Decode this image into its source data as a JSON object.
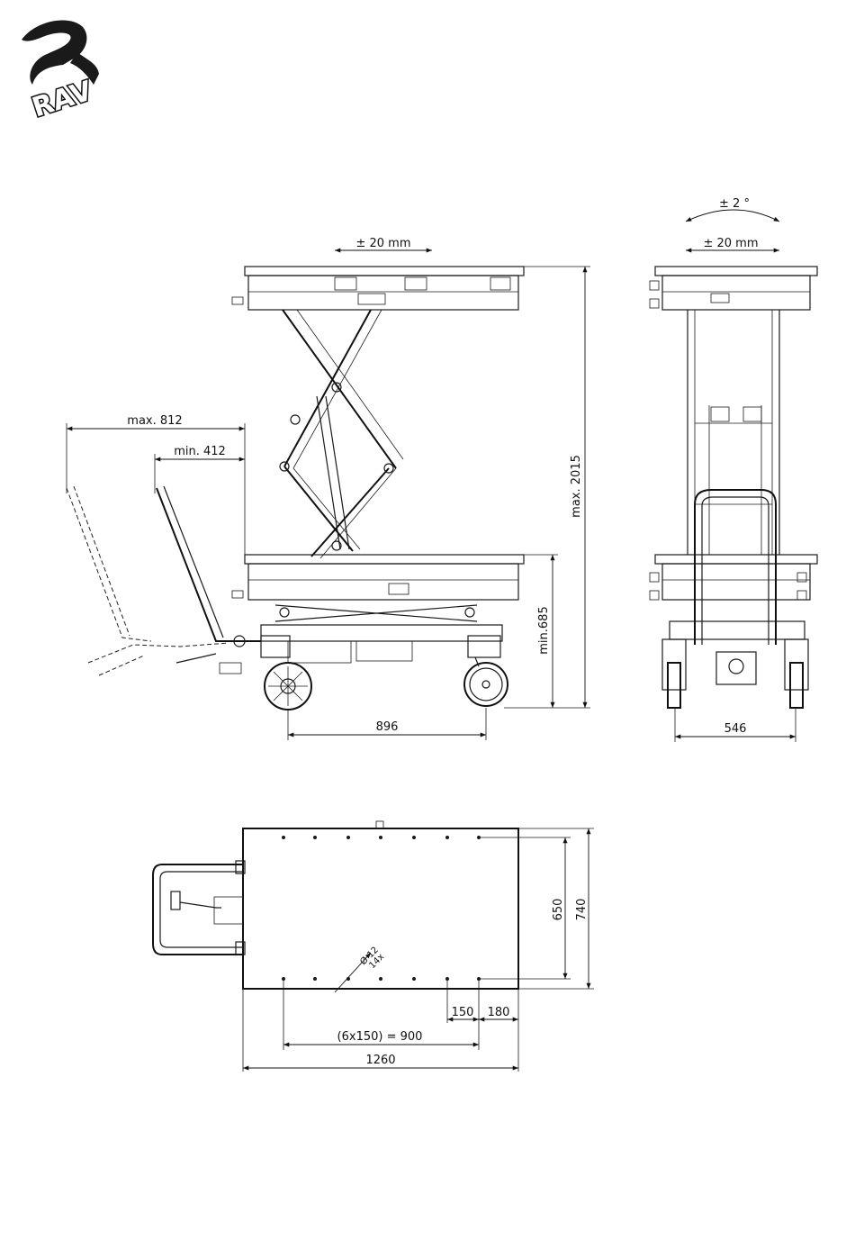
{
  "logo": {
    "text": "RAV"
  },
  "side_view": {
    "platform_shift": "± 20 mm",
    "max_height": "max. 2015",
    "min_height": "min.685",
    "handle_max": "max. 812",
    "handle_min": "min. 412",
    "wheelbase": "896"
  },
  "front_view": {
    "tilt": "± 2 °",
    "platform_shift": "± 20 mm",
    "width": "546"
  },
  "top_view": {
    "depth_inner": "650",
    "depth_outer": "740",
    "hole_dia": "Ø 12",
    "hole_qty": "14x",
    "hole_spacing": "150",
    "edge_offset": "180",
    "hole_row": "(6x150) = 900",
    "length": "1260"
  }
}
